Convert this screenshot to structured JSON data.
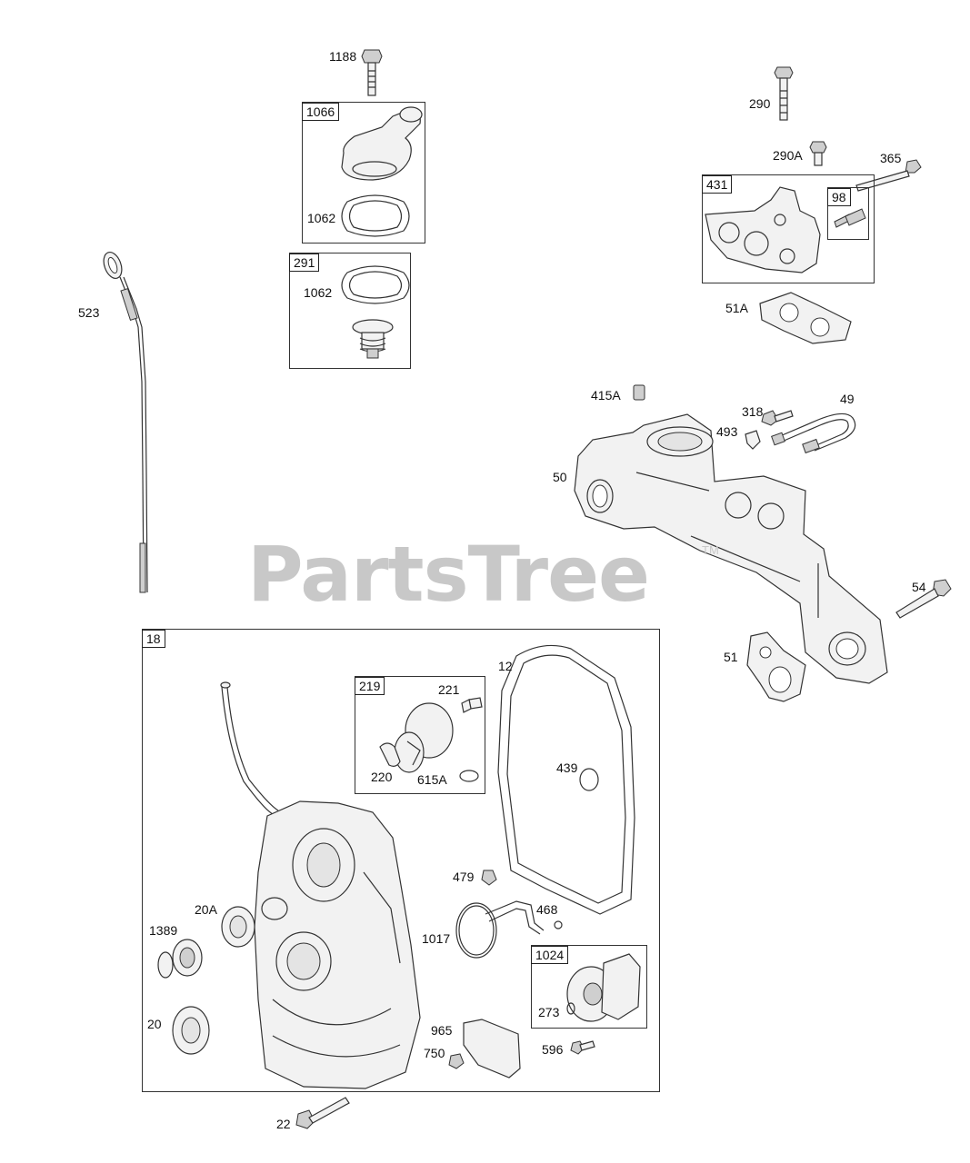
{
  "watermark": {
    "text": "PartsTree",
    "trademark": "TM"
  },
  "boxes": {
    "b1066": "1066",
    "b291": "291",
    "b431": "431",
    "b98": "98",
    "b18": "18",
    "b219": "219",
    "b1024": "1024"
  },
  "labels": {
    "l1188": "1188",
    "l1062a": "1062",
    "l1062b": "1062",
    "l523": "523",
    "l290": "290",
    "l290A": "290A",
    "l365": "365",
    "l51A": "51A",
    "l415A": "415A",
    "l318": "318",
    "l49": "49",
    "l493": "493",
    "l50": "50",
    "l54": "54",
    "l51": "51",
    "l12": "12",
    "l221": "221",
    "l220": "220",
    "l615A": "615A",
    "l439": "439",
    "l479": "479",
    "l468": "468",
    "l20A": "20A",
    "l1389": "1389",
    "l1017": "1017",
    "l273": "273",
    "l20": "20",
    "l965": "965",
    "l750": "750",
    "l596": "596",
    "l22": "22"
  }
}
